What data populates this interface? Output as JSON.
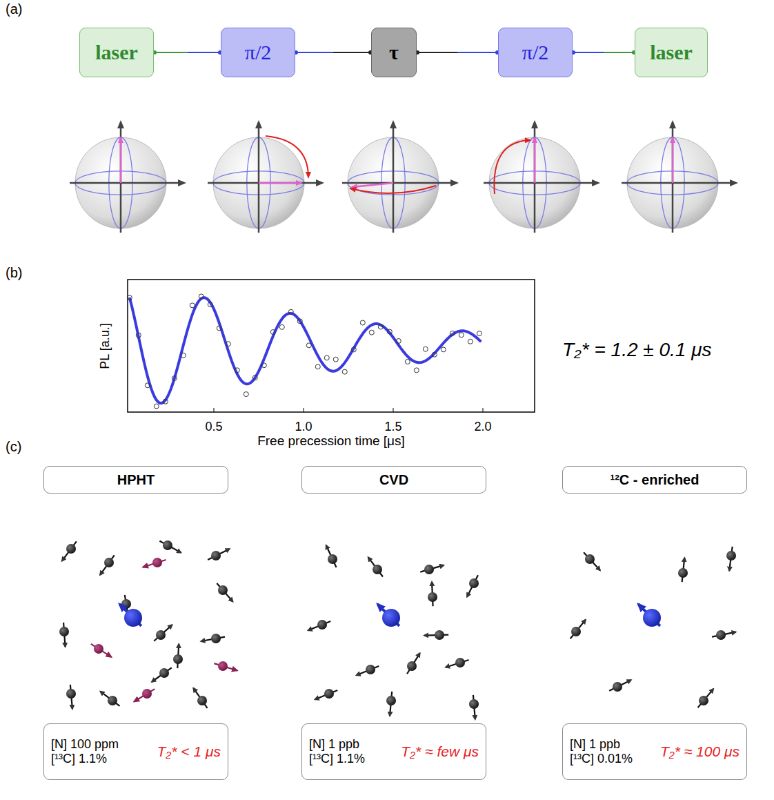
{
  "diagram": {
    "nodes": [
      {
        "text": [
          "laser"
        ]
      },
      {
        "text": [
          "π/2"
        ]
      },
      {
        "text": [
          "τ"
        ]
      },
      {
        "text": [
          "π/2"
        ]
      },
      {
        "text": [
          "laser"
        ]
      },
      {
        "text": [
          "HPHT"
        ]
      },
      {
        "text": [
          "CVD"
        ]
      },
      {
        "text": [
          "¹²C - enriched"
        ]
      },
      {
        "text": [
          "[N] 100 ppm",
          "[¹³C] 1.1%",
          "T₂* < 1 μs"
        ]
      },
      {
        "text": [
          "[N] 1 ppb",
          "[¹³C] 1.1%",
          "T₂* ≈ few μs"
        ]
      },
      {
        "text": [
          "[N] 1 ppb",
          "[¹³C] 0.01%",
          "T₂* ≈ 100 μs"
        ]
      }
    ],
    "edges": [
      {
        "from": 0,
        "to": 1,
        "arrow": "none"
      },
      {
        "from": 1,
        "to": 2,
        "arrow": "none"
      },
      {
        "from": 2,
        "to": 3,
        "arrow": "none"
      },
      {
        "from": 3,
        "to": 4,
        "arrow": "none"
      }
    ],
    "labels": [
      "(a)",
      "(b)",
      "(c)",
      "PL [a.u.]",
      "Free precession time [μs]",
      "0.5",
      "1.0",
      "1.5",
      "2.0",
      "T₂* = 1.2 ± 0.1 μs"
    ]
  }
}
